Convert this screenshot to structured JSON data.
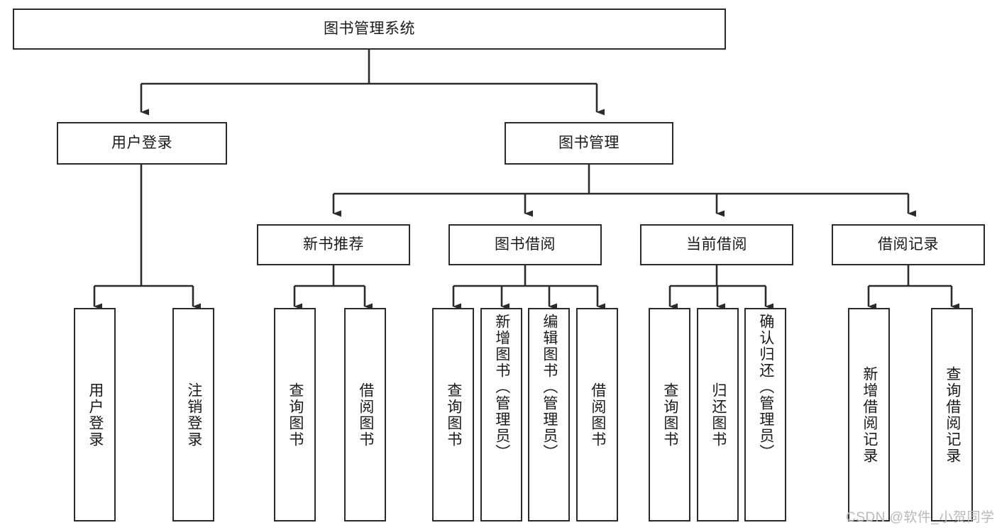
{
  "diagram": {
    "type": "tree-hierarchy",
    "title": "图书管理系统",
    "watermark": "CSDN @软件_小贺同学",
    "colors": {
      "box_border": "#2b2b2b",
      "box_fill": "#ffffff",
      "connector": "#2b2b2b",
      "text": "#1a1a1a",
      "watermark": "#b9b9b9"
    },
    "nodes": {
      "root": {
        "label": "图书管理系统",
        "level": 0
      },
      "l1": [
        {
          "id": "user_login",
          "label": "用户登录"
        },
        {
          "id": "book_manage",
          "label": "图书管理"
        }
      ],
      "l2": [
        {
          "id": "new_book_rec",
          "label": "新书推荐",
          "parent": "book_manage"
        },
        {
          "id": "book_borrow",
          "label": "图书借阅",
          "parent": "book_manage"
        },
        {
          "id": "current_borrow",
          "label": "当前借阅",
          "parent": "book_manage"
        },
        {
          "id": "borrow_record",
          "label": "借阅记录",
          "parent": "book_manage"
        }
      ],
      "leaves": {
        "user_login": [
          {
            "id": "leaf_user_login",
            "label": "用户登录"
          },
          {
            "id": "leaf_logout",
            "label": "注销登录"
          }
        ],
        "new_book_rec": [
          {
            "id": "leaf_query_book_1",
            "label": "查询图书"
          },
          {
            "id": "leaf_borrow_book_1",
            "label": "借阅图书"
          }
        ],
        "book_borrow": [
          {
            "id": "leaf_query_book_2",
            "label": "查询图书"
          },
          {
            "id": "leaf_add_book",
            "label": "新增图书（管理员）"
          },
          {
            "id": "leaf_edit_book",
            "label": "编辑图书（管理员）"
          },
          {
            "id": "leaf_borrow_book_2",
            "label": "借阅图书"
          }
        ],
        "current_borrow": [
          {
            "id": "leaf_query_book_3",
            "label": "查询图书"
          },
          {
            "id": "leaf_return_book",
            "label": "归还图书"
          },
          {
            "id": "leaf_confirm_return",
            "label": "确认归还（管理员）"
          }
        ],
        "borrow_record": [
          {
            "id": "leaf_add_record",
            "label": "新增借阅记录"
          },
          {
            "id": "leaf_query_record",
            "label": "查询借阅记录"
          }
        ]
      }
    }
  }
}
